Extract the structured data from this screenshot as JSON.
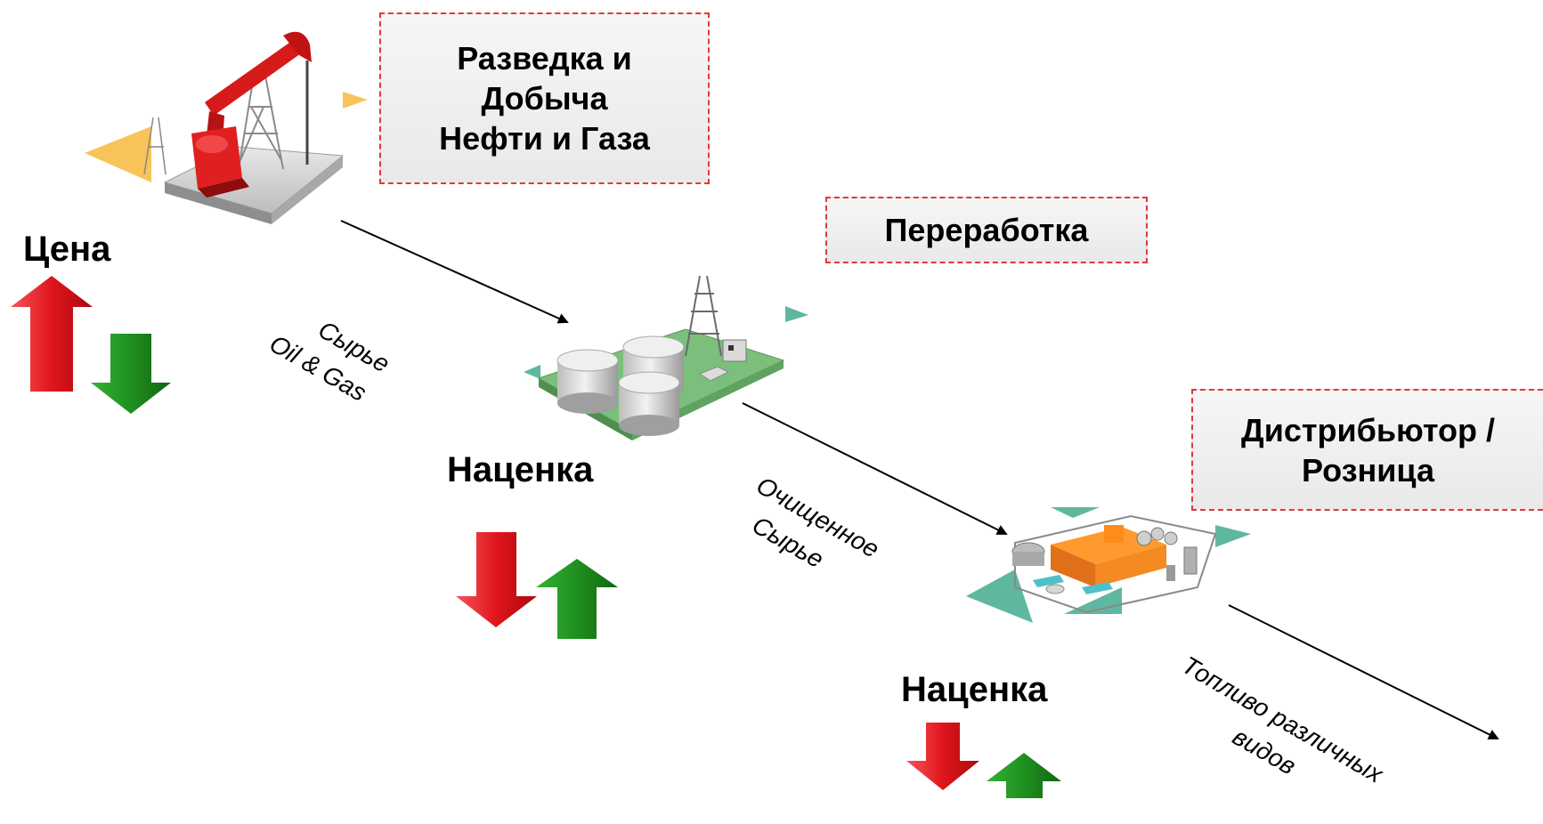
{
  "stages": {
    "upstream": {
      "title_lines": [
        "Разведка и",
        "Добыча",
        "Нефти и Газа"
      ]
    },
    "processing": {
      "title": "Переработка"
    },
    "distribution": {
      "title_lines": [
        "Дистрибьютор /",
        "Розница"
      ]
    }
  },
  "indicators": {
    "price_label": "Цена",
    "markup_label_1": "Наценка",
    "markup_label_2": "Наценка"
  },
  "flows": {
    "raw": {
      "line1": "Сырье",
      "line2": "Oil & Gas"
    },
    "refined": {
      "line1": "Очищенное",
      "line2": "Сырье"
    },
    "fuel": {
      "line1": "Топливо различных",
      "line2": "видов"
    }
  },
  "colors": {
    "up_arrow": "#e0151b",
    "down_arrow": "#1f8f1f",
    "box_border": "#e0393a",
    "teal": "#5fb7a0",
    "yellow": "#f8c45a"
  },
  "icons": {
    "upstream": "oil-pumpjack-icon",
    "processing": "oil-storage-tanks-icon",
    "distribution": "refinery-plant-icon"
  }
}
